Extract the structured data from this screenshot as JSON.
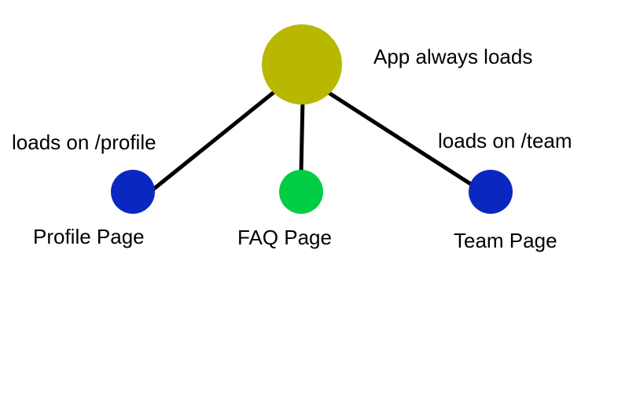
{
  "colors": {
    "root": "#b8b800",
    "profile": "#0a28c0",
    "faq": "#00cc44",
    "team": "#0a28c0",
    "edge": "#000000",
    "background": "#ffffff"
  },
  "nodes": {
    "root": {
      "label": "App always loads"
    },
    "profile": {
      "label": "Profile Page"
    },
    "faq": {
      "label": "FAQ Page"
    },
    "team": {
      "label": "Team Page"
    }
  },
  "edges": {
    "profile": {
      "label": "loads on /profile"
    },
    "team": {
      "label": "loads on /team"
    }
  }
}
